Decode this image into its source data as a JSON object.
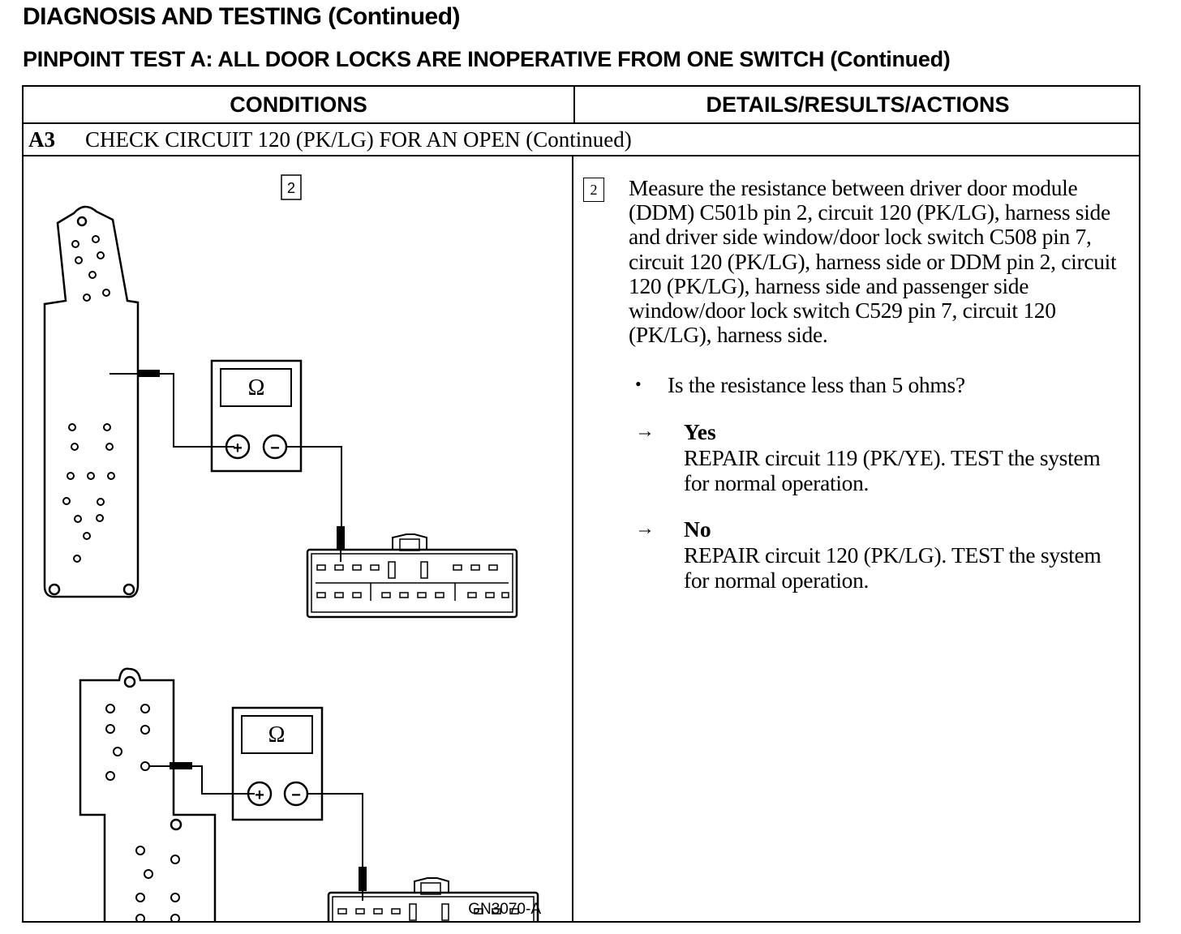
{
  "header": {
    "title": "DIAGNOSIS AND TESTING (Continued)",
    "subtitle": "PINPOINT TEST A: ALL DOOR LOCKS ARE INOPERATIVE FROM ONE SWITCH (Continued)"
  },
  "table": {
    "col_conditions": "CONDITIONS",
    "col_details": "DETAILS/RESULTS/ACTIONS",
    "step_id": "A3",
    "step_title": "CHECK CIRCUIT 120 (PK/LG) FOR AN OPEN (Continued)"
  },
  "diagram": {
    "step_number": "2",
    "meter_symbol": "Ω",
    "plus_symbol": "+",
    "minus_symbol": "−",
    "figure_id": "GN3070-A"
  },
  "details": {
    "step_number": "2",
    "instruction": "Measure the resistance between driver door module (DDM) C501b pin 2, circuit 120 (PK/LG), harness side and driver side window/door lock switch C508 pin 7, circuit 120 (PK/LG), harness side or DDM pin 2, circuit 120 (PK/LG), harness side and passenger side window/door lock switch C529 pin 7, circuit 120 (PK/LG), harness side.",
    "bullet": "•",
    "question": "Is the resistance less than 5 ohms?",
    "arrow": "→",
    "yes_label": "Yes",
    "yes_action": "REPAIR circuit 119 (PK/YE). TEST the system for normal operation.",
    "no_label": "No",
    "no_action": "REPAIR circuit 120 (PK/LG). TEST the system for normal operation."
  }
}
